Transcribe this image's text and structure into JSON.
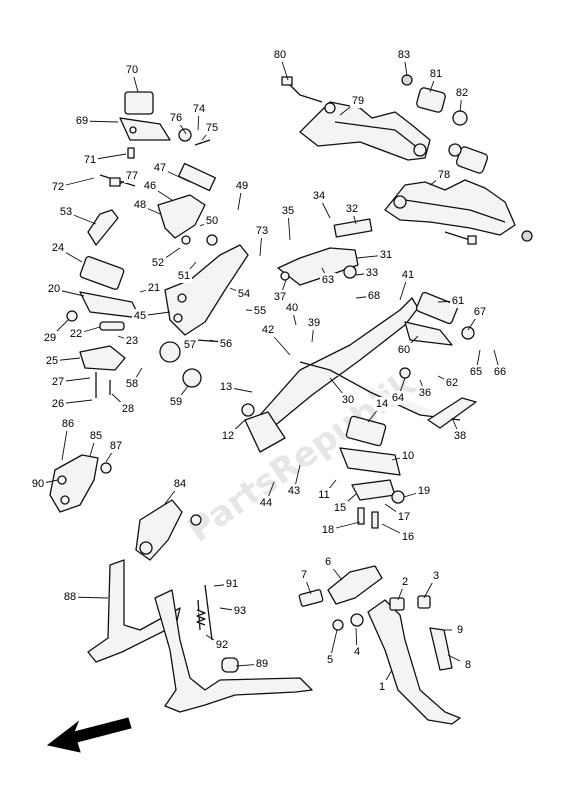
{
  "watermark": "PartsRepublik",
  "icons": {
    "direction": "arrow-front-icon"
  },
  "callouts": [
    "1",
    "2",
    "3",
    "4",
    "5",
    "6",
    "7",
    "8",
    "9",
    "10",
    "11",
    "12",
    "13",
    "14",
    "15",
    "16",
    "17",
    "18",
    "19",
    "20",
    "21",
    "22",
    "23",
    "24",
    "25",
    "26",
    "27",
    "28",
    "29",
    "30",
    "31",
    "32",
    "33",
    "34",
    "35",
    "36",
    "37",
    "38",
    "39",
    "40",
    "41",
    "42",
    "43",
    "44",
    "45",
    "46",
    "47",
    "48",
    "49",
    "50",
    "51",
    "52",
    "53",
    "54",
    "55",
    "56",
    "57",
    "58",
    "59",
    "60",
    "61",
    "62",
    "63",
    "64",
    "65",
    "66",
    "67",
    "68",
    "69",
    "70",
    "71",
    "72",
    "73",
    "74",
    "75",
    "76",
    "77",
    "78",
    "79",
    "80",
    "81",
    "82",
    "83",
    "84",
    "85",
    "86",
    "87",
    "88",
    "89",
    "90",
    "91",
    "92",
    "93"
  ]
}
